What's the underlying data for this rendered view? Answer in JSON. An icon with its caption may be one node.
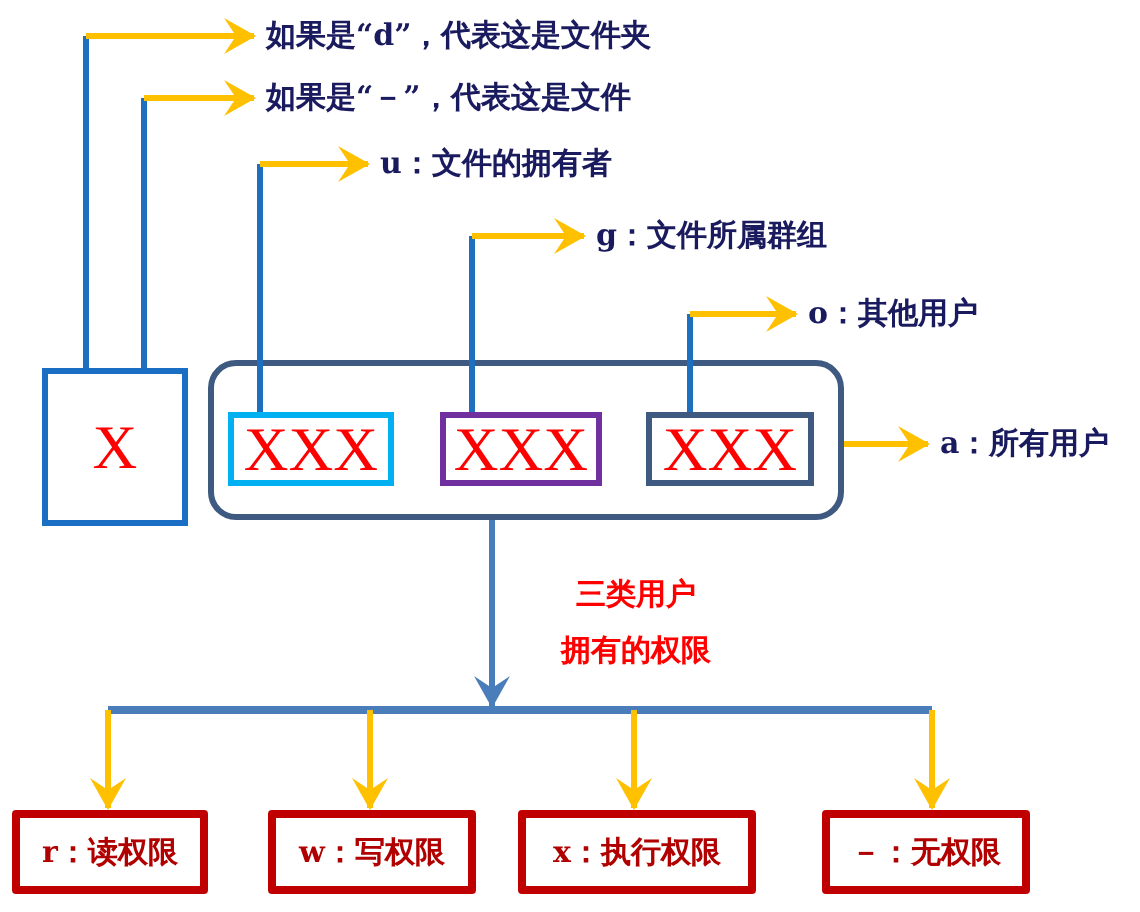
{
  "diagram": {
    "nodes": [
      {
        "text": [
          "X"
        ]
      },
      {
        "text": [],
        "shape": "box"
      },
      {
        "text": [
          "XXX"
        ],
        "in": 1
      },
      {
        "text": [
          "XXX"
        ],
        "in": 1
      },
      {
        "text": [
          "XXX"
        ],
        "in": 1
      },
      {
        "text": [
          "如果是“d”，代表这是文件夹"
        ]
      },
      {
        "text": [
          "如果是“－”，代表这是文件"
        ]
      },
      {
        "text": [
          "u：文件的拥有者"
        ]
      },
      {
        "text": [
          "g：文件所属群组"
        ]
      },
      {
        "text": [
          "o：其他用户"
        ]
      },
      {
        "text": [
          "a：所有用户"
        ]
      },
      {
        "text": [
          "r：读权限"
        ]
      },
      {
        "text": [
          "w：写权限"
        ]
      },
      {
        "text": [
          "x：执行权限"
        ]
      },
      {
        "text": [
          "－：无权限"
        ]
      }
    ],
    "edges": [
      {
        "from": 0,
        "to": 5,
        "arrow": "to"
      },
      {
        "from": 0,
        "to": 6,
        "arrow": "to"
      },
      {
        "from": 2,
        "to": 7,
        "arrow": "to"
      },
      {
        "from": 3,
        "to": 8,
        "arrow": "to"
      },
      {
        "from": 4,
        "to": 9,
        "arrow": "to",
        "color": "#ffc000"
      },
      {
        "from": 1,
        "to": 10,
        "arrow": "to",
        "color": "#ffc000"
      },
      {
        "from": 1,
        "to": 11,
        "arrow": "to"
      },
      {
        "from": 1,
        "to": 12,
        "arrow": "to"
      },
      {
        "from": 1,
        "to": 13,
        "arrow": "to"
      },
      {
        "from": 1,
        "to": 14,
        "arrow": "to"
      }
    ],
    "labels": [
      "三类用户",
      "拥有的权限"
    ]
  }
}
